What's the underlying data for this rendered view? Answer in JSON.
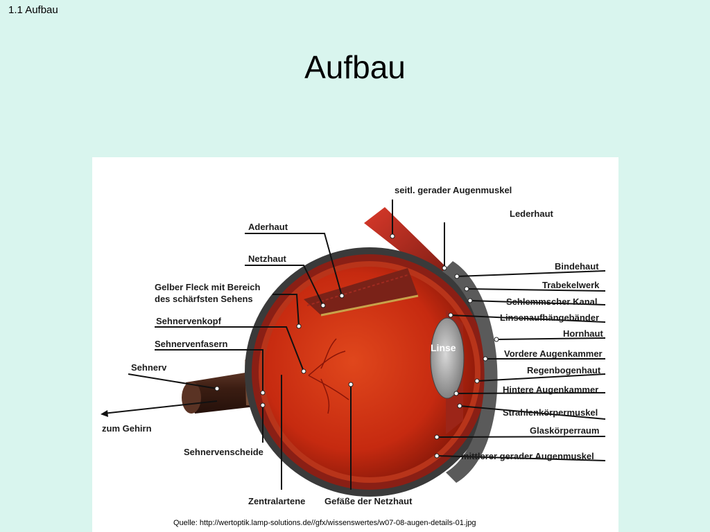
{
  "slide": {
    "header_label": "1.1 Aufbau",
    "title": "Aufbau",
    "source": "Quelle: http://wertoptik.lamp-solutions.de//gfx/wissenswertes/w07-08-augen-details-01.jpg"
  },
  "diagram": {
    "lens_label": "Linse",
    "labels": {
      "seitl_gerader_augenmuskel": "seitl. gerader Augenmuskel",
      "lederhaut": "Lederhaut",
      "aderhaut": "Aderhaut",
      "netzhaut": "Netzhaut",
      "gelber_fleck_1": "Gelber Fleck mit Bereich",
      "gelber_fleck_2": "des schärfsten Sehens",
      "sehnervenkopf": "Sehnervenkopf",
      "sehnervenfasern": "Sehnervenfasern",
      "sehnerv": "Sehnerv",
      "zum_gehirn": "zum Gehirn",
      "sehnervenscheide": "Sehnervenscheide",
      "zentralarterie": "Zentralartene",
      "gefaesse_netzhaut": "Gefäße der Netzhaut",
      "bindehaut": "Bindehaut",
      "trabekelwerk": "Trabekelwerk",
      "schlemmscher_kanal": "Schlemmscher Kanal",
      "linsenaufhaengebaender": "Linsenaufhängebänder",
      "hornhaut": "Hornhaut",
      "vordere_augenkammer": "Vordere Augenkammer",
      "regenbogenhaut": "Regenbogenhaut",
      "hintere_augenkammer": "Hintere Augenkammer",
      "strahlenkoerpermuskel": "Strahlenkörpermuskel",
      "glaskoerperraum": "Glaskörperraum",
      "mittlerer_gerader_augenmuskel": "mittlerer gerader Augenmuskel"
    }
  }
}
